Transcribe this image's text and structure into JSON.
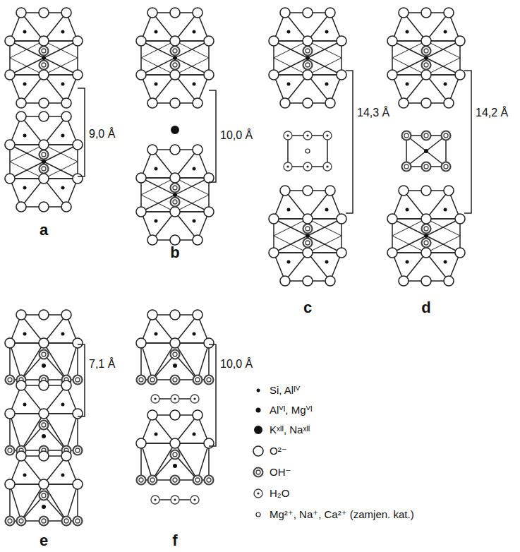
{
  "diagram": {
    "labels": [
      "9,0 Å",
      "a",
      "10,0 Å",
      "b",
      "14,3 Å",
      "c",
      "14,2 Å",
      "d",
      "7,1 Å",
      "e",
      "10,0 Å",
      "f"
    ],
    "legend": [
      {
        "text": "Si, Alᴵⱽ"
      },
      {
        "text": "Alⱽᴵ, Mgⱽᴵ"
      },
      {
        "text": "Kˣᴵᴵ, Naˣᴵᴵ"
      },
      {
        "text": "O²⁻"
      },
      {
        "text": "OH⁻"
      },
      {
        "text": "H₂O"
      },
      {
        "text": "Mg²⁺, Na⁺, Ca²⁺ (zamjen. kat.)"
      }
    ]
  }
}
